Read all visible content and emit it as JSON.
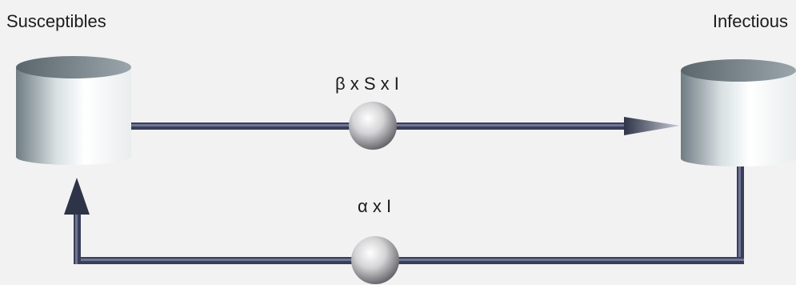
{
  "stocks": {
    "susceptibles": "Susceptibles",
    "infectious": "Infectious"
  },
  "flows": {
    "infection_rate": "β x S x I",
    "recovery_rate": "α x I"
  }
}
